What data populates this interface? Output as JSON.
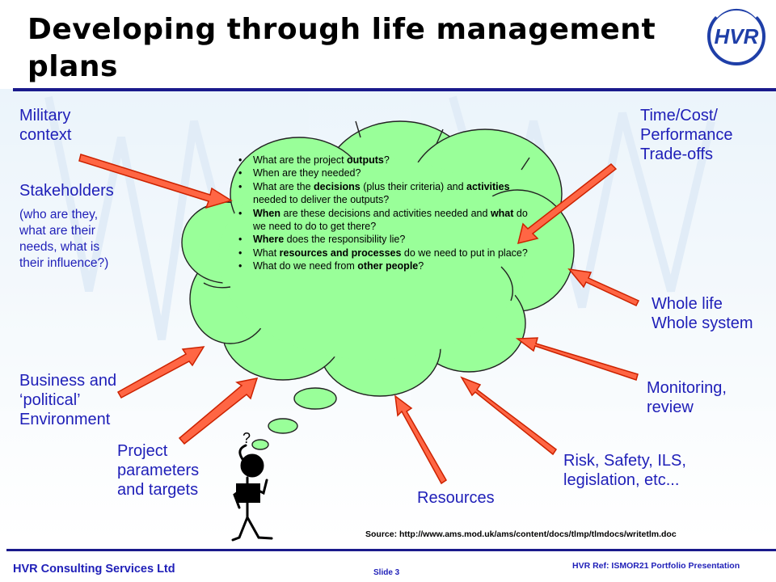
{
  "title": "Developing through life management plans",
  "logo_text": "HVR",
  "labels": {
    "military": [
      "Military",
      "context"
    ],
    "stakeholders": "Stakeholders",
    "stakeholders_sub": [
      "(who are they,",
      "what are their",
      "needs, what is",
      "their influence?)"
    ],
    "business": [
      "Business and",
      "‘political’",
      "Environment"
    ],
    "project": [
      "Project",
      "parameters",
      "and targets"
    ],
    "resources": "Resources",
    "risk": [
      "Risk, Safety, ILS,",
      "legislation, etc..."
    ],
    "monitoring": [
      "Monitoring,",
      "review"
    ],
    "whole": [
      "Whole life",
      "Whole system"
    ],
    "time": [
      "Time/Cost/",
      "Performance",
      "Trade-offs"
    ]
  },
  "thinker_question_mark": "?",
  "cloud_bullets": [
    {
      "pre": "What are the project ",
      "b1": "outputs",
      "mid": "?",
      "b2": "",
      "post": ""
    },
    {
      "pre": "When are they needed?",
      "b1": "",
      "mid": "",
      "b2": "",
      "post": ""
    },
    {
      "pre": "What are the ",
      "b1": "decisions",
      "mid": " (plus their criteria) and ",
      "b2": "activities",
      "post": " needed to deliver the outputs?"
    },
    {
      "pre": "",
      "b1": "When",
      "mid": " are these decisions and activities needed and ",
      "b2": "what",
      "post": " do we need to do to get there?"
    },
    {
      "pre": "",
      "b1": "Where",
      "mid": " does the responsibility lie?",
      "b2": "",
      "post": ""
    },
    {
      "pre": "What ",
      "b1": "resources and processes",
      "mid": " do we need to put in place?",
      "b2": "",
      "post": ""
    },
    {
      "pre": "What do we need from ",
      "b1": "other people",
      "mid": "?",
      "b2": "",
      "post": ""
    }
  ],
  "source": "Source: http://www.ams.mod.uk/ams/content/docs/tlmp/tlmdocs/writetlm.doc",
  "footer": {
    "company": "HVR Consulting Services Ltd",
    "slide": "Slide 3",
    "ref": "HVR Ref:  ISMOR21 Portfolio Presentation"
  },
  "colors": {
    "cloud": "#99ff99",
    "arrow": "#ff6644",
    "label": "#1f1fb8",
    "rule": "#1a1a8c"
  }
}
